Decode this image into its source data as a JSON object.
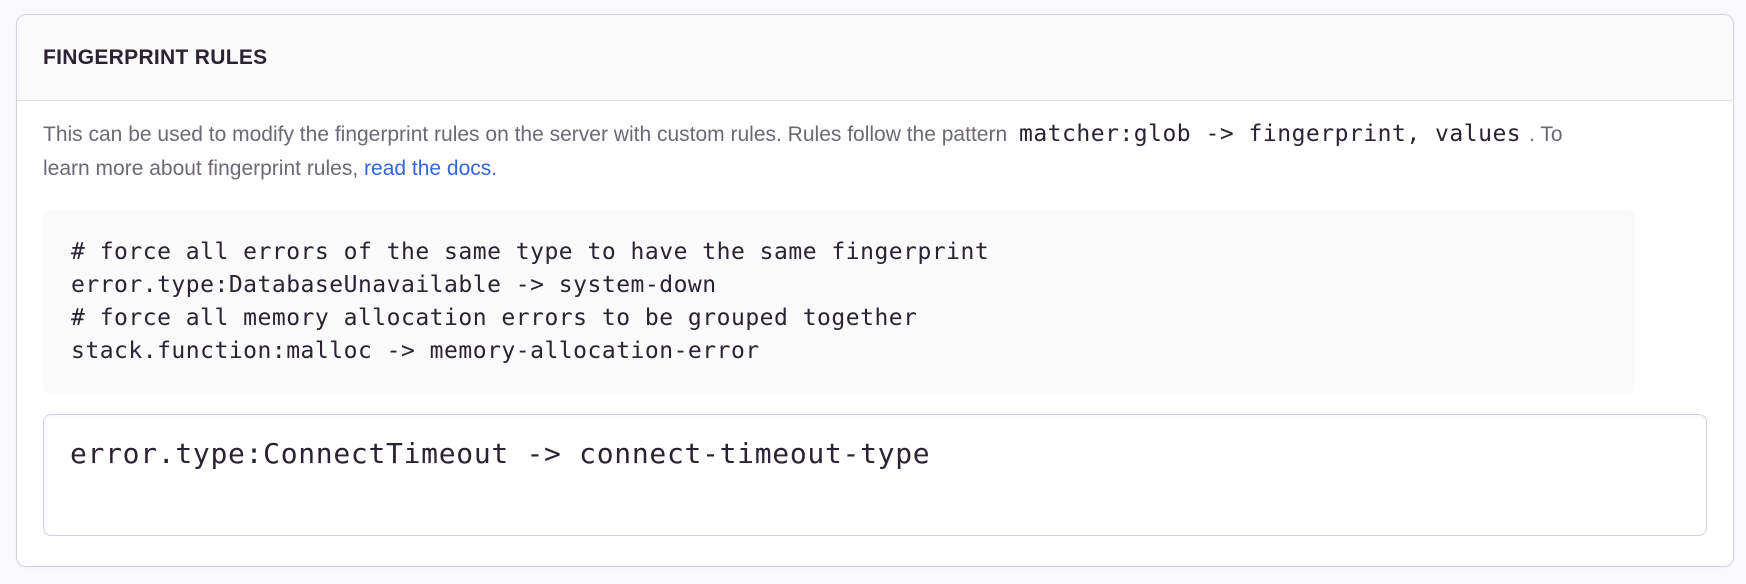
{
  "panel": {
    "title": "FINGERPRINT RULES",
    "description": {
      "text_before_code": "This can be used to modify the fingerprint rules on the server with custom rules. Rules follow the pattern",
      "inline_code": "matcher:glob -> fingerprint, values",
      "text_after_code": ". To learn more about fingerprint rules,",
      "link_label": "read the docs",
      "text_after_link": "."
    },
    "example_code_lines": [
      "# force all errors of the same type to have the same fingerprint",
      "error.type:DatabaseUnavailable -> system-down",
      "# force all memory allocation errors to be grouped together",
      "stack.function:malloc -> memory-allocation-error"
    ],
    "rules_textarea": {
      "value": "error.type:ConnectTimeout -> connect-timeout-type"
    },
    "colors": {
      "page_bg": "#f9f8fb",
      "panel_border": "#d4cfdd",
      "header_bg": "#fafafa",
      "title_text": "#2b2233",
      "body_text": "#6e6876",
      "code_text": "#2b2233",
      "code_block_bg": "#fafafa",
      "textarea_border": "#d5d0de",
      "link": "#3565dd"
    }
  }
}
